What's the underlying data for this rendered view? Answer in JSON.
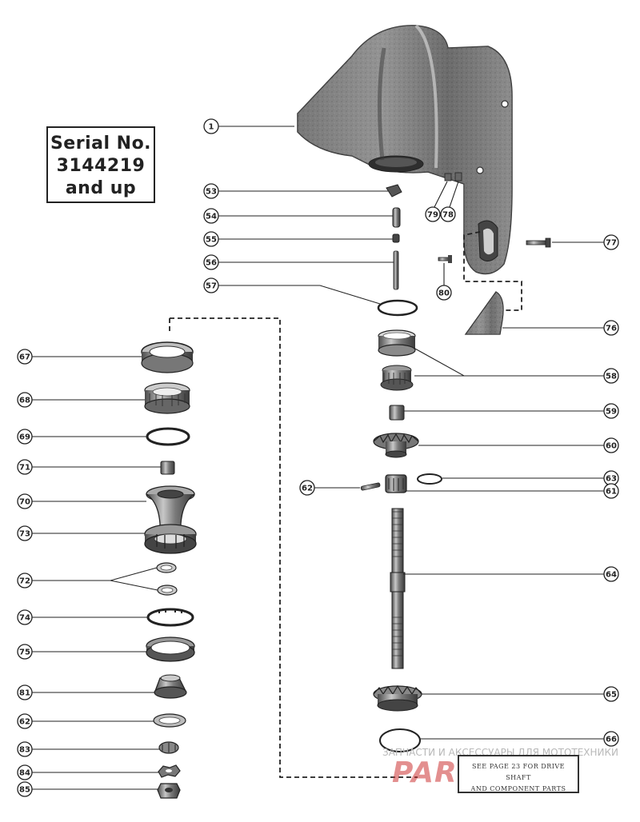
{
  "serial_box": {
    "line1": "Serial No.",
    "line2": "3144219",
    "line3": "and up"
  },
  "note_box": {
    "line1": "SEE PAGE 23 FOR DRIVE SHAFT",
    "line2": "AND COMPONENT PARTS"
  },
  "watermark": {
    "top_text": "ЗАПЧАСТИ И АКСЕССУАРЫ ДЛЯ МОТОТЕХНИКИ",
    "brand": "PARTS...RU"
  },
  "callouts": [
    {
      "id": "c1",
      "label": "1"
    },
    {
      "id": "c53",
      "label": "53"
    },
    {
      "id": "c54",
      "label": "54"
    },
    {
      "id": "c55",
      "label": "55"
    },
    {
      "id": "c56",
      "label": "56"
    },
    {
      "id": "c57",
      "label": "57"
    },
    {
      "id": "c79",
      "label": "79"
    },
    {
      "id": "c78",
      "label": "78"
    },
    {
      "id": "c77",
      "label": "77"
    },
    {
      "id": "c80",
      "label": "80"
    },
    {
      "id": "c76",
      "label": "76"
    },
    {
      "id": "c58",
      "label": "58"
    },
    {
      "id": "c59",
      "label": "59"
    },
    {
      "id": "c60",
      "label": "60"
    },
    {
      "id": "c63",
      "label": "63"
    },
    {
      "id": "c61",
      "label": "61"
    },
    {
      "id": "c62r",
      "label": "62"
    },
    {
      "id": "c64",
      "label": "64"
    },
    {
      "id": "c65",
      "label": "65"
    },
    {
      "id": "c66",
      "label": "66"
    },
    {
      "id": "c67",
      "label": "67"
    },
    {
      "id": "c68",
      "label": "68"
    },
    {
      "id": "c69",
      "label": "69"
    },
    {
      "id": "c71",
      "label": "71"
    },
    {
      "id": "c70",
      "label": "70"
    },
    {
      "id": "c73",
      "label": "73"
    },
    {
      "id": "c72",
      "label": "72"
    },
    {
      "id": "c74",
      "label": "74"
    },
    {
      "id": "c75",
      "label": "75"
    },
    {
      "id": "c81",
      "label": "81"
    },
    {
      "id": "c62l",
      "label": "62"
    },
    {
      "id": "c83",
      "label": "83"
    },
    {
      "id": "c84",
      "label": "84"
    },
    {
      "id": "c85",
      "label": "85"
    }
  ]
}
